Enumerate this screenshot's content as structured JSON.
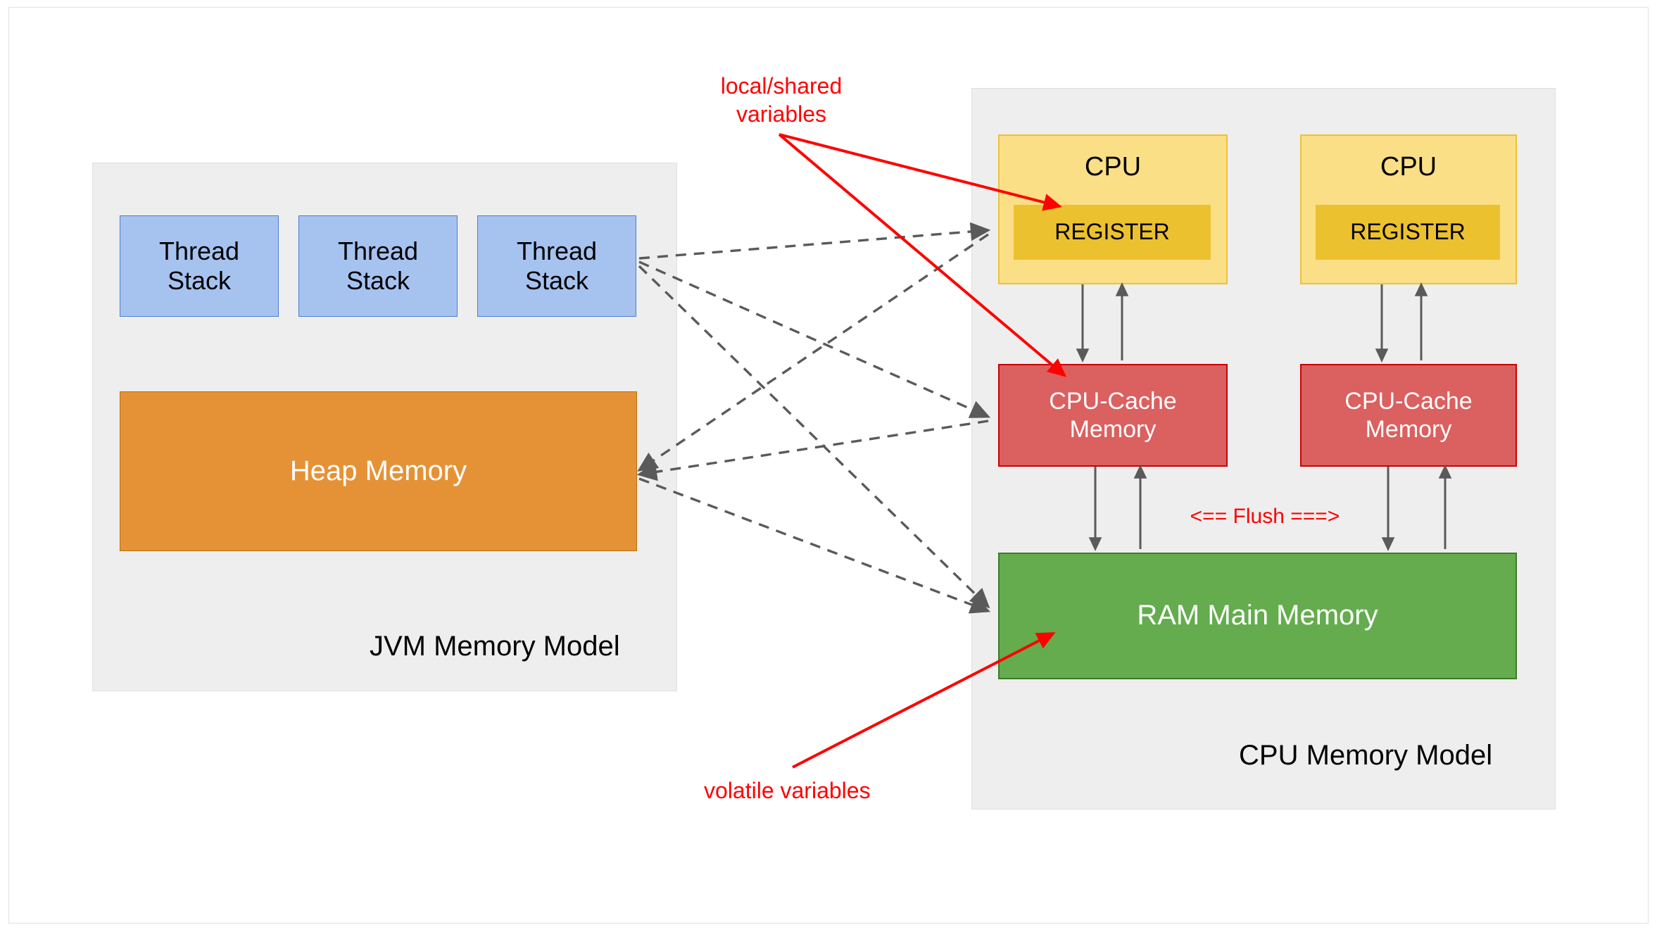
{
  "diagram": {
    "title": "JVM Memory Model and CPU Memory Model",
    "background": "#ffffff"
  },
  "jvm_panel": {
    "title": "JVM Memory Model",
    "background": "#eeeeee",
    "thread_stacks": [
      {
        "label": "Thread\nStack"
      },
      {
        "label": "Thread\nStack"
      },
      {
        "label": "Thread\nStack"
      }
    ],
    "heap": {
      "label": "Heap Memory",
      "color": "#e59237"
    }
  },
  "cpu_panel": {
    "title": "CPU Memory Model",
    "background": "#eeeeee",
    "cpus": [
      {
        "label": "CPU",
        "register": {
          "label": "REGISTER",
          "color": "#ecc12f"
        },
        "color": "#fbdf86"
      },
      {
        "label": "CPU",
        "register": {
          "label": "REGISTER",
          "color": "#ecc12f"
        },
        "color": "#fbdf86"
      }
    ],
    "caches": [
      {
        "label": "CPU-Cache\nMemory",
        "color": "#db6060"
      },
      {
        "label": "CPU-Cache\nMemory",
        "color": "#db6060"
      }
    ],
    "ram": {
      "label": "RAM Main Memory",
      "color": "#64ac4e"
    },
    "flush_label": "<== Flush ===>"
  },
  "annotations": {
    "local_shared": {
      "label": "local/shared\nvariables",
      "color": "#ff0000"
    },
    "volatile": {
      "label": "volatile variables",
      "color": "#ff0000"
    },
    "flush": {
      "label": "<== Flush ===>",
      "color": "#ff0000"
    }
  },
  "connections": {
    "dashed_color": "#5a5a5a",
    "solid_color": "#5a5a5a",
    "red_color": "#ff0000",
    "edges": [
      {
        "from": "thread-stack-2",
        "to": "register-0",
        "style": "dashed"
      },
      {
        "from": "thread-stack-2",
        "to": "cache-0",
        "style": "dashed"
      },
      {
        "from": "thread-stack-2",
        "to": "ram",
        "style": "dashed"
      },
      {
        "from": "heap-memory",
        "to": "register-0",
        "style": "dashed"
      },
      {
        "from": "heap-memory",
        "to": "cache-0",
        "style": "dashed"
      },
      {
        "from": "heap-memory",
        "to": "ram",
        "style": "dashed"
      },
      {
        "from": "cpu-0",
        "to": "cache-0",
        "style": "solid-bidirectional"
      },
      {
        "from": "cpu-1",
        "to": "cache-1",
        "style": "solid-bidirectional"
      },
      {
        "from": "cache-0",
        "to": "ram",
        "style": "solid-bidirectional"
      },
      {
        "from": "cache-1",
        "to": "ram",
        "style": "solid-bidirectional"
      },
      {
        "from": "local-shared-label",
        "to": "register-0",
        "style": "red-arrow"
      },
      {
        "from": "local-shared-label",
        "to": "cache-0",
        "style": "red-arrow"
      },
      {
        "from": "volatile-label",
        "to": "ram",
        "style": "red-arrow"
      }
    ]
  }
}
